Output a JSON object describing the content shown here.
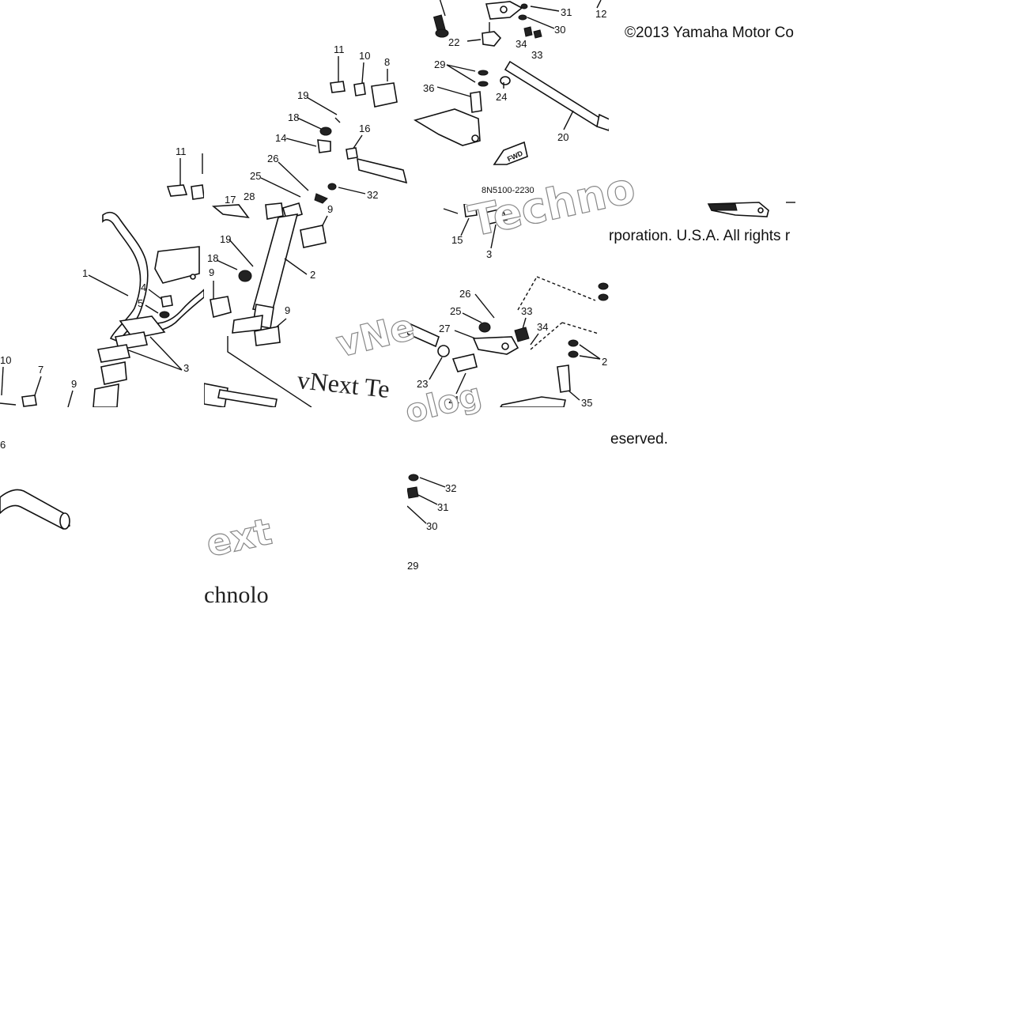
{
  "copyright": {
    "part1": "©2013 Yamaha Motor Co",
    "part2": "rporation. U.S.A. All rights r",
    "part3": "eserved."
  },
  "watermark": {
    "a": "Techno",
    "b": "vNext Te",
    "c": "vNe",
    "d": "ext",
    "e": "chnolo",
    "f": "olog"
  },
  "diagram_code": "8N5100-2230",
  "fwd_label": "FWD",
  "callouts": {
    "t1_31": "31",
    "t1_30": "30",
    "t1_12": "12",
    "t1_22": "22",
    "t1_34": "34",
    "t1_33": "33",
    "t1_29": "29",
    "t1_36": "36",
    "t1_24": "24",
    "t1_20": "20",
    "t2_11": "11",
    "t2_10": "10",
    "t2_8": "8",
    "t2_19": "19",
    "t2_18": "18",
    "t2_16": "16",
    "t2_14": "14",
    "t2_26": "26",
    "t2_25": "25",
    "t2_32": "32",
    "t2_9": "9",
    "t2_17": "17",
    "t2_28": "28",
    "t2_19b": "19",
    "t2_18b": "18",
    "t2_2": "2",
    "t2_9b": "9",
    "t2_9c": "9",
    "t3_11": "11",
    "t3_1": "1",
    "t3_4": "4",
    "t3_5": "5",
    "t3_3": "3",
    "t3_10": "10",
    "t3_7": "7",
    "t3_9": "9",
    "t3_6": "6",
    "t4_15": "15",
    "t4_3": "3",
    "t4_26": "26",
    "t4_25": "25",
    "t4_27": "27",
    "t4_33": "33",
    "t4_34": "34",
    "t4_23": "23",
    "t4_21": "21",
    "t4_35": "35",
    "t4_2": "2",
    "t5_32": "32",
    "t5_31": "31",
    "t5_30": "30",
    "t5_29": "29"
  }
}
